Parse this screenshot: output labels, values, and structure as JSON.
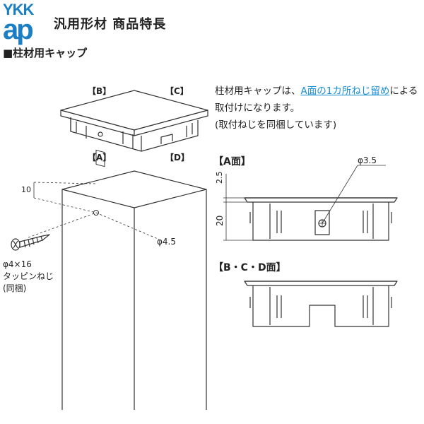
{
  "brand": {
    "logo_top": "YKK",
    "logo_bottom": "ap",
    "color": "#1a7fc4"
  },
  "header": {
    "title": "汎用形材 商品特長"
  },
  "section": {
    "title": "■柱材用キャップ"
  },
  "iso_labels": {
    "b": "【B】",
    "c": "【C】",
    "a": "【A】",
    "d": "【D】"
  },
  "description": {
    "part1": "柱材用キャップは、",
    "link": "A面の1カ所ねじ留め",
    "part2": "による取付けになります。",
    "note": "(取付ねじを同梱しています)"
  },
  "face_a": {
    "label": "【A面】",
    "hole_dim": "φ3.5",
    "dim_top": "2.5",
    "dim_height": "20"
  },
  "face_bcd": {
    "label": "【B・C・D面】"
  },
  "post": {
    "dim_10": "10",
    "hole_dim": "φ4.5"
  },
  "screw": {
    "line1": "φ4×16",
    "line2": "タッピンねじ",
    "line3": "(同梱)"
  },
  "colors": {
    "accent": "#1a8fd6",
    "line": "#333333",
    "text": "#222222"
  }
}
